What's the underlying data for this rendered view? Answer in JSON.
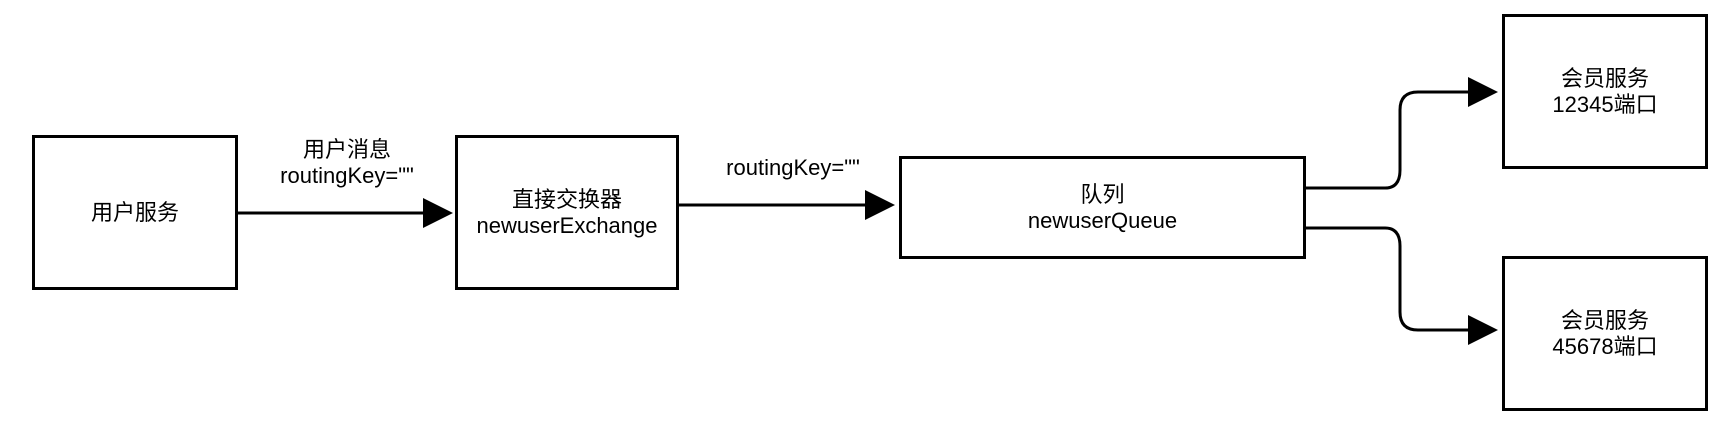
{
  "colors": {
    "stroke": "#000000",
    "fill": "#ffffff"
  },
  "nodes": {
    "user_service": {
      "label": "用户服务"
    },
    "exchange": {
      "line1": "直接交换器",
      "line2": "newuserExchange"
    },
    "queue": {
      "line1": "队列",
      "line2": "newuserQueue"
    },
    "member_a": {
      "line1": "会员服务",
      "line2": "12345端口"
    },
    "member_b": {
      "line1": "会员服务",
      "line2": "45678端口"
    }
  },
  "edges": {
    "service_to_exchange": {
      "line1": "用户消息",
      "line2": "routingKey=\"\""
    },
    "exchange_to_queue": {
      "line1": "routingKey=\"\""
    }
  }
}
